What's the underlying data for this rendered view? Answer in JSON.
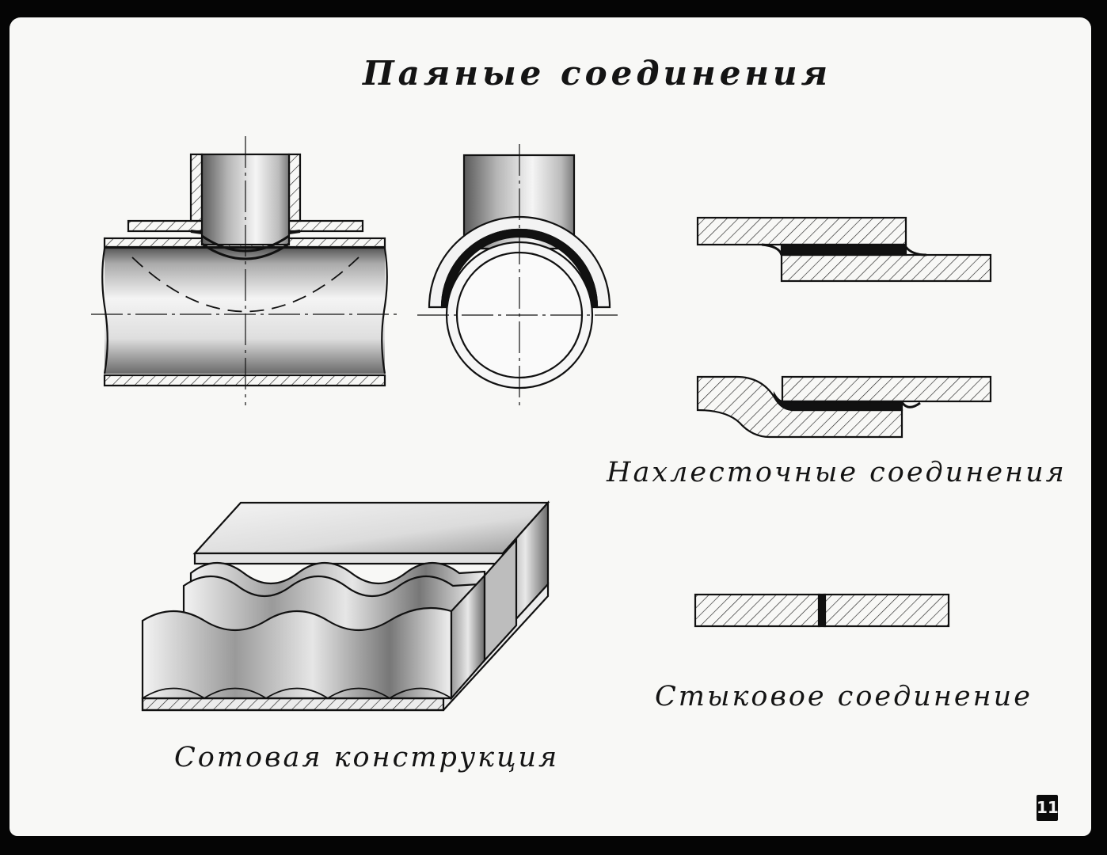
{
  "title": "Паяные соединения",
  "captions": {
    "lap_joints": "Нахлесточные соединения",
    "butt_joint": "Стыковое соединение",
    "honeycomb": "Сотовая конструкция"
  },
  "page_number": "11",
  "colors": {
    "background": "#050505",
    "paper": "#f8f8f6",
    "ink": "#141414",
    "solder": "#111111"
  }
}
